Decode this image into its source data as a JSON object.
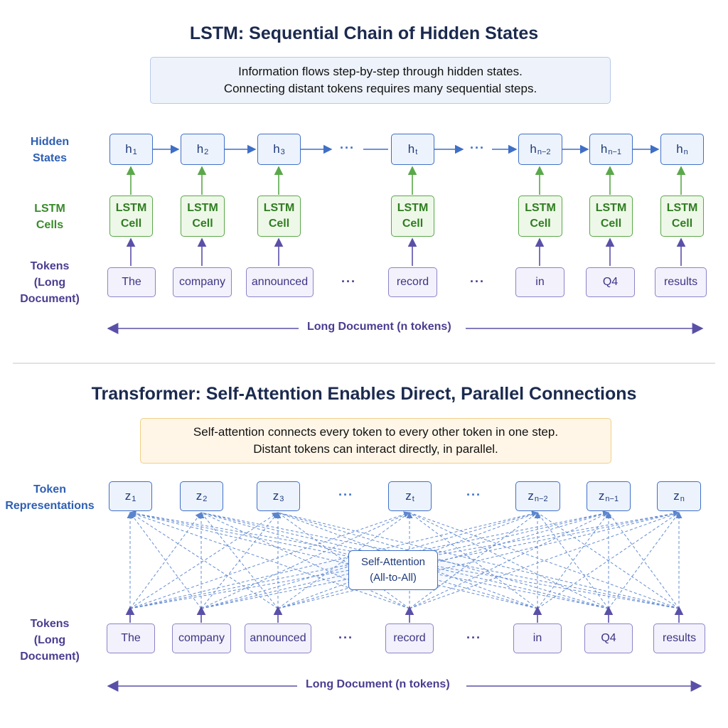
{
  "lstm": {
    "title": "LSTM: Sequential Chain of Hidden States",
    "note": [
      "Information flows step-by-step through hidden states.",
      "Connecting distant tokens requires many sequential steps."
    ],
    "row_labels": {
      "hidden": [
        "Hidden",
        "States"
      ],
      "cells": [
        "LSTM",
        "Cells"
      ],
      "tokens": [
        "Tokens",
        "(Long Document)"
      ]
    },
    "hidden_states": [
      {
        "base": "h",
        "sub": "1"
      },
      {
        "base": "h",
        "sub": "2"
      },
      {
        "base": "h",
        "sub": "3"
      },
      {
        "base": "h",
        "sub": "t"
      },
      {
        "base": "h",
        "sub": "n−2"
      },
      {
        "base": "h",
        "sub": "n−1"
      },
      {
        "base": "h",
        "sub": "n"
      }
    ],
    "cell_label": [
      "LSTM",
      "Cell"
    ],
    "tokens": [
      "The",
      "company",
      "announced",
      "record",
      "in",
      "Q4",
      "results"
    ],
    "ellipsis": "···",
    "span_label": "Long Document (n tokens)"
  },
  "transformer": {
    "title": "Transformer: Self-Attention Enables Direct, Parallel Connections",
    "note": [
      "Self-attention connects every token to every other token in one step.",
      "Distant tokens can interact directly, in parallel."
    ],
    "row_labels": {
      "reps": [
        "Token",
        "Representations"
      ],
      "tokens": [
        "Tokens",
        "(Long Document)"
      ]
    },
    "representations": [
      {
        "base": "z",
        "sub": "1"
      },
      {
        "base": "z",
        "sub": "2"
      },
      {
        "base": "z",
        "sub": "3"
      },
      {
        "base": "z",
        "sub": "t"
      },
      {
        "base": "z",
        "sub": "n−2"
      },
      {
        "base": "z",
        "sub": "n−1"
      },
      {
        "base": "z",
        "sub": "n"
      }
    ],
    "tokens": [
      "The",
      "company",
      "announced",
      "record",
      "in",
      "Q4",
      "results"
    ],
    "ellipsis": "···",
    "attention_label": [
      "Self-Attention",
      "(All-to-All)"
    ],
    "span_label": "Long Document (n tokens)"
  },
  "colors": {
    "blue": "#3f6fc6",
    "green": "#5aa84a",
    "purple": "#5a50a8",
    "title": "#1b2a4e"
  }
}
